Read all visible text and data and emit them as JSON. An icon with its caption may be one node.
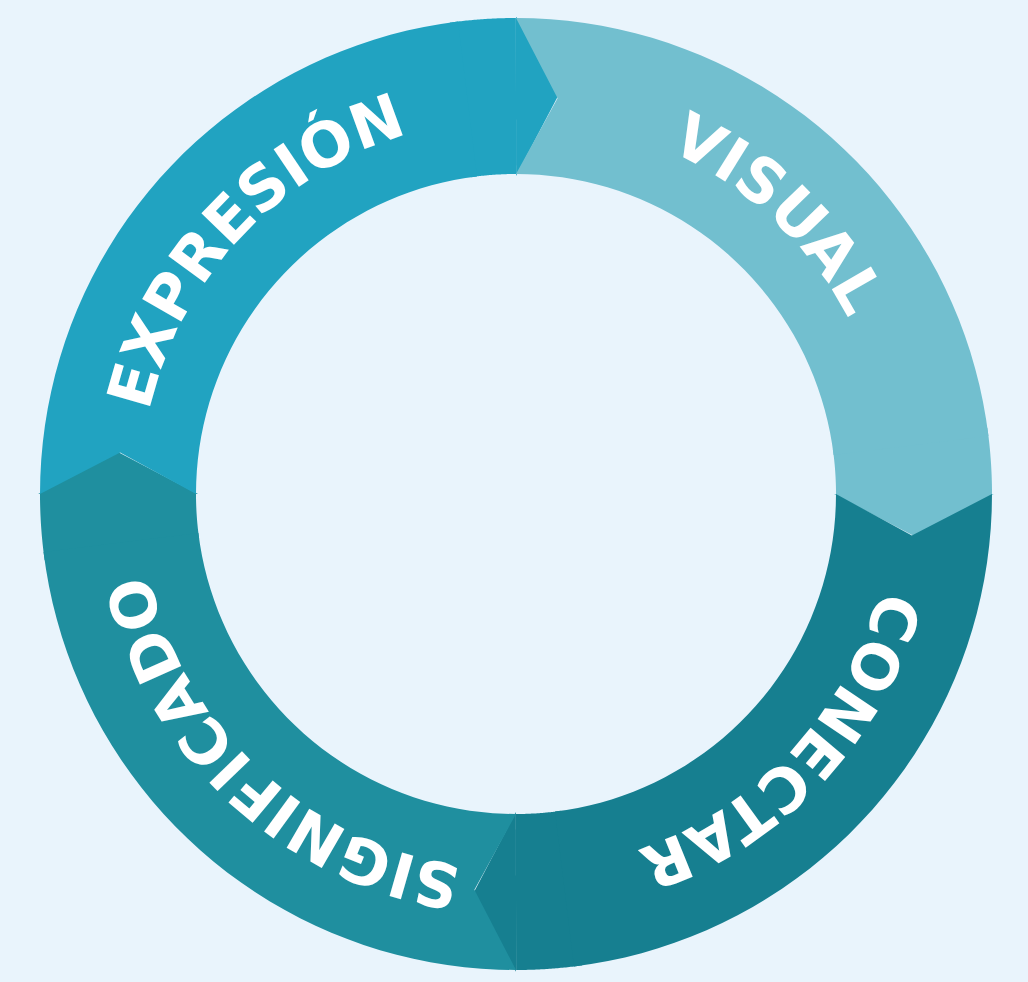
{
  "diagram": {
    "nodes": [
      {
        "text": [
          "EXPRESIÓN"
        ]
      },
      {
        "text": [
          "VISUAL"
        ]
      },
      {
        "text": [
          "CONECTAR"
        ]
      },
      {
        "text": [
          "SIGNIFICADO"
        ]
      }
    ],
    "edges": [
      {
        "from": 0,
        "to": 1,
        "arrow": "to"
      },
      {
        "from": 1,
        "to": 2,
        "arrow": "to"
      },
      {
        "from": 2,
        "to": 3,
        "arrow": "to"
      },
      {
        "from": 3,
        "to": 0,
        "arrow": "to"
      }
    ]
  }
}
